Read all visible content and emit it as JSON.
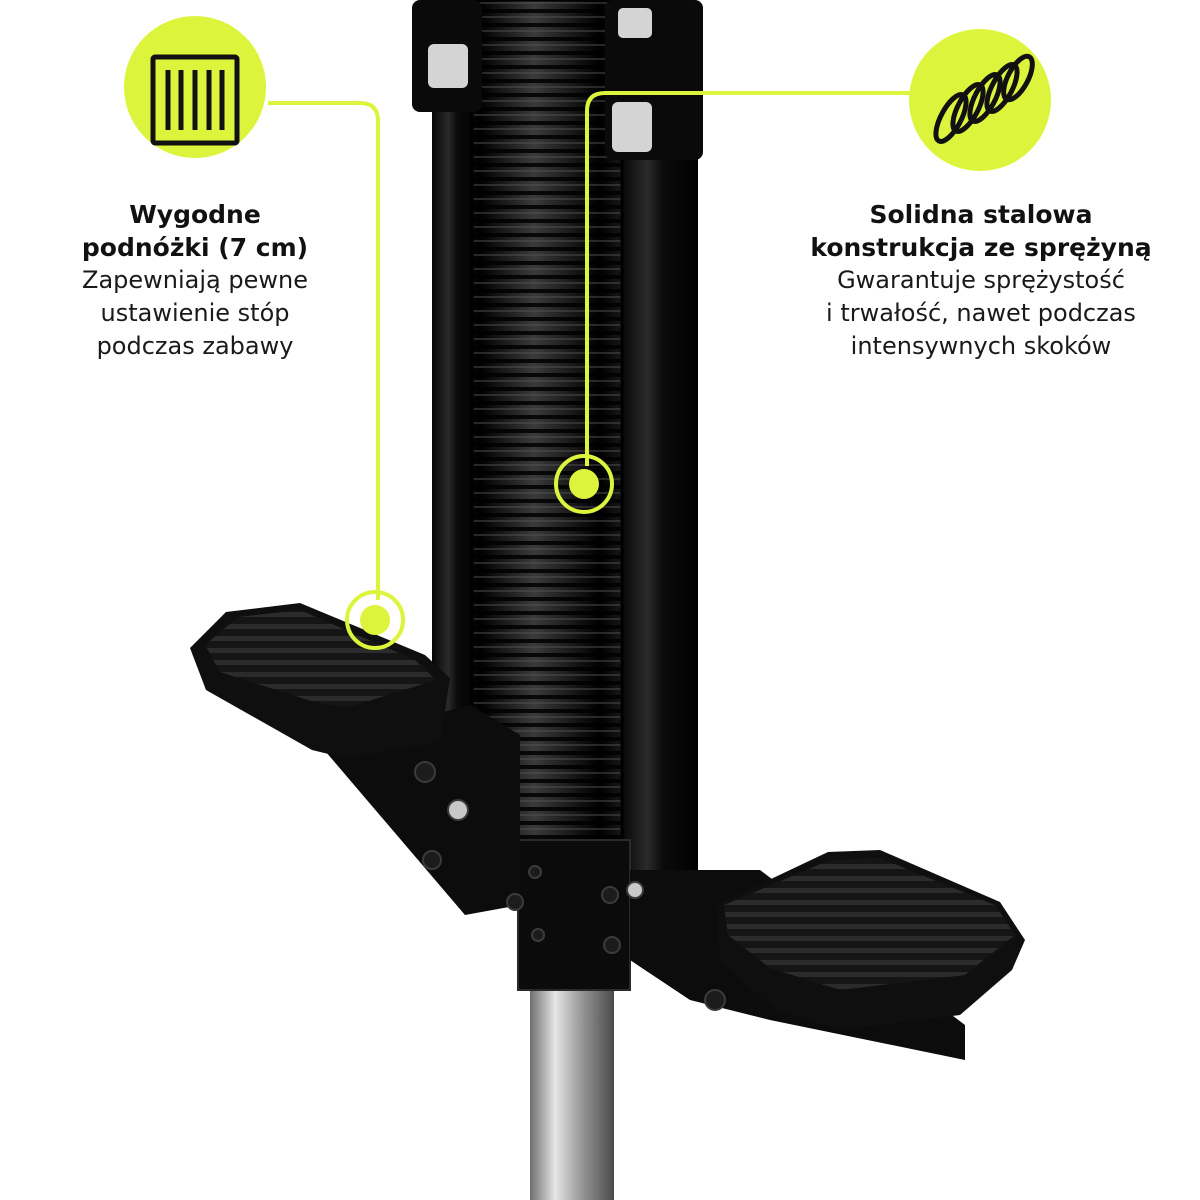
{
  "colors": {
    "accent": "#dcf53c",
    "dark": "#111111",
    "steel": "#b9b9b9"
  },
  "callouts": [
    {
      "icon": "footrest-grip-icon",
      "title_lines": [
        "Wygodne",
        "podnóżki (7 cm)"
      ],
      "desc_lines": [
        "Zapewniają pewne",
        "ustawienie stóp",
        "podczas zabawy"
      ]
    },
    {
      "icon": "spring-coil-icon",
      "title_lines": [
        "Solidna stalowa",
        "konstrukcja ze sprężyną"
      ],
      "desc_lines": [
        "Gwarantuje sprężystość",
        "i trwałość, nawet podczas",
        "intensywnych skoków"
      ]
    }
  ]
}
